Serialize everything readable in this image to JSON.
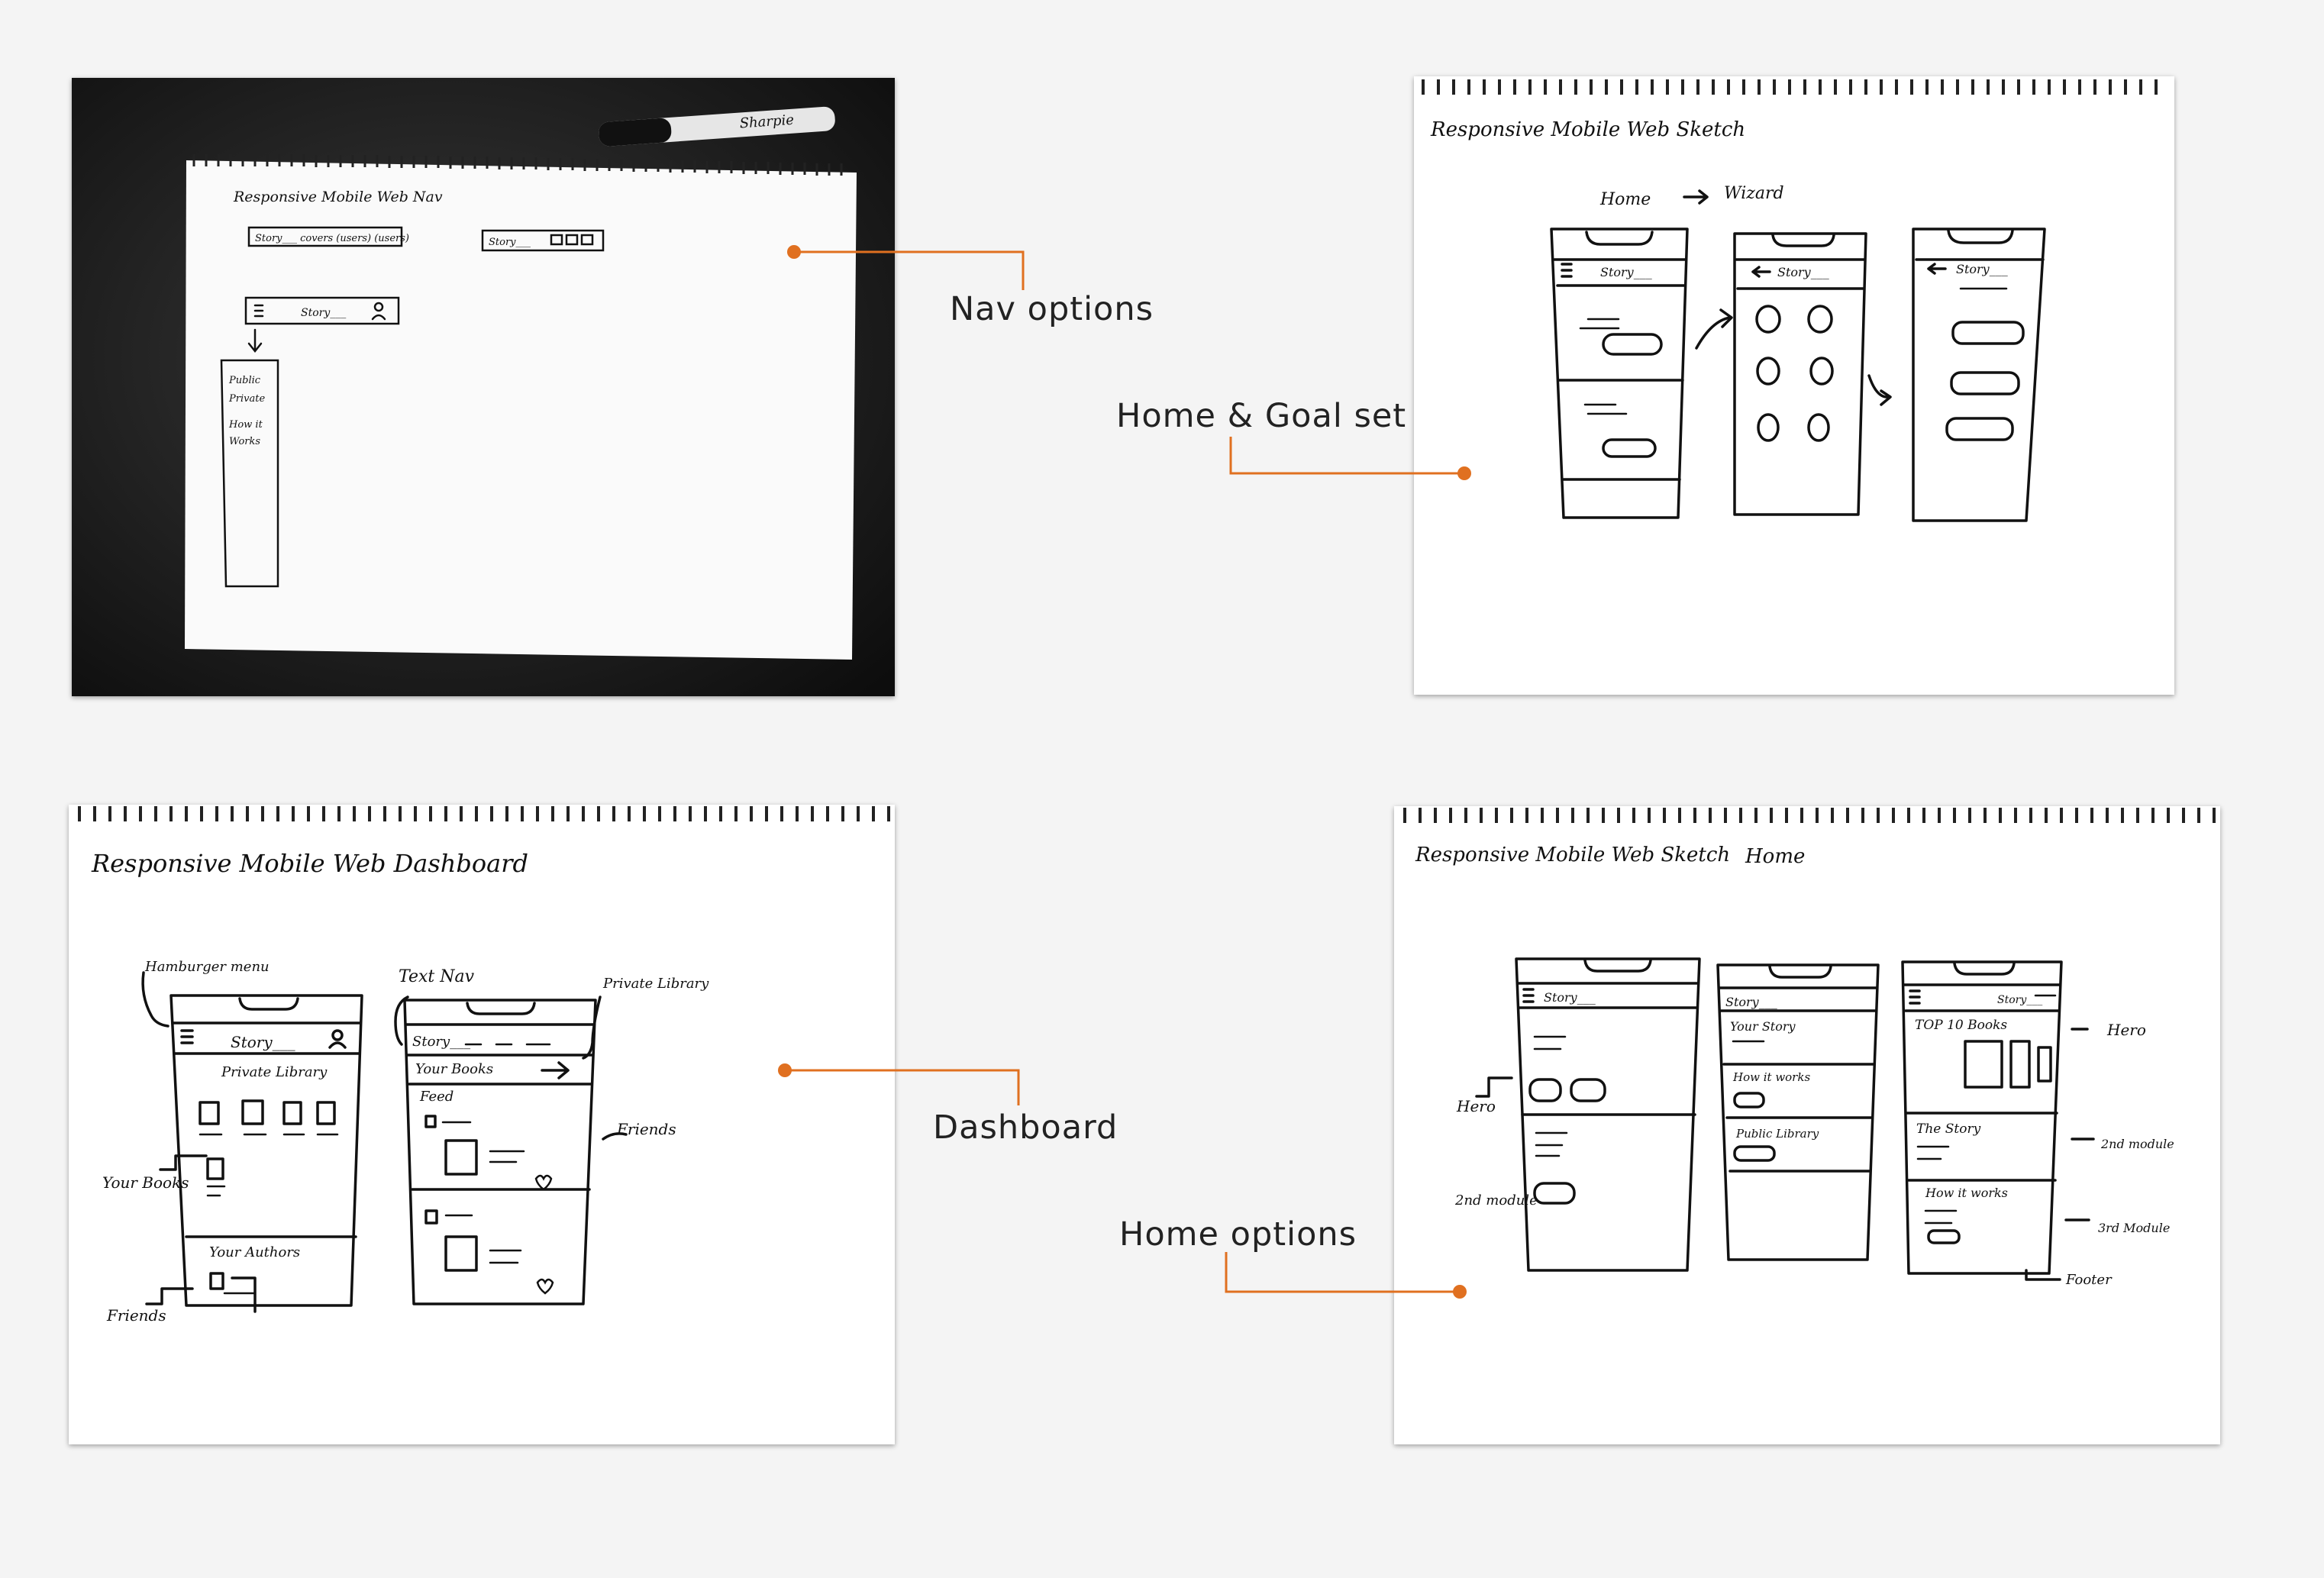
{
  "callouts": {
    "nav": "Nav options",
    "home_goal": "Home & Goal set",
    "dashboard": "Dashboard",
    "home_options": "Home options"
  },
  "colors": {
    "accent": "#e07020",
    "background": "#f4f4f4",
    "paper": "#ffffff",
    "desk": "#1c1c1c"
  },
  "sketches": {
    "nav": {
      "title": "Responsive Mobile Web Nav",
      "bar1": "Story___ covers (users) (users)",
      "bar2": "Story___",
      "bar3": "Story___",
      "menu": [
        "Public",
        "Private",
        "How it",
        "Works"
      ],
      "marker": "Sharpie"
    },
    "goal": {
      "title": "Responsive Mobile Web Sketch",
      "flow_from": "Home",
      "flow_to": "Wizard",
      "screen_title": "Story___"
    },
    "dashboard": {
      "title": "Responsive Mobile Web Dashboard",
      "hamburger_label": "Hamburger menu",
      "text_nav_label": "Text Nav",
      "private_library_label": "Private Library",
      "your_books_label": "Your Books",
      "friends_left_label": "Friends",
      "friends_right_label": "Friends",
      "s1_title": "Story___",
      "s1_library": "Private Library",
      "s1_authors": "Your Authors",
      "s2_title": "Story___",
      "s2_books": "Your Books",
      "s2_feed": "Feed"
    },
    "home": {
      "title": "Responsive Mobile Web Sketch",
      "subtitle": "Home",
      "hero_left": "Hero",
      "module_left": "2nd module",
      "s1_title": "Story___",
      "s2_title": "Story___",
      "s2_your_story": "Your Story",
      "s2_how": "How it works",
      "s2_public": "Public Library",
      "s3_title": "Story___",
      "s3_top": "TOP 10 Books",
      "s3_story": "The Story",
      "s3_how": "How it works",
      "right_hero": "Hero",
      "right_2nd": "2nd module",
      "right_3rd": "3rd Module",
      "right_footer": "Footer"
    }
  }
}
